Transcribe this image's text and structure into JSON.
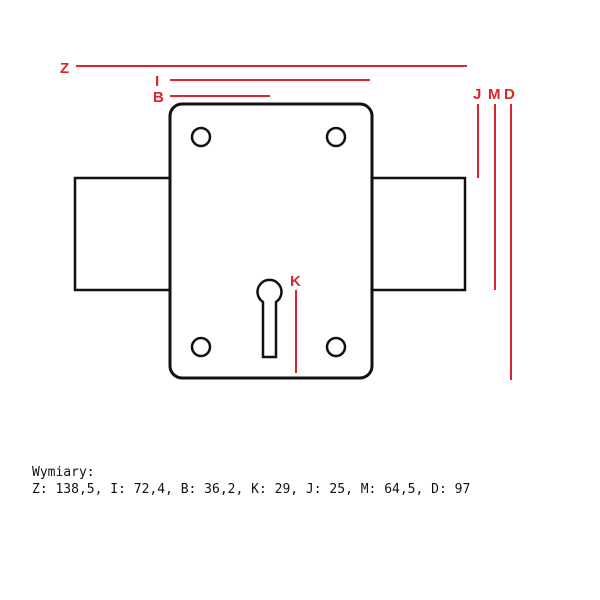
{
  "labels": {
    "z": "Z",
    "i": "I",
    "b": "B",
    "j": "J",
    "m": "M",
    "d": "D",
    "k": "K"
  },
  "caption": {
    "title": "Wymiary:",
    "dimensions": "Z: 138,5, I: 72,4, B: 36,2, K: 29, J: 25, M: 64,5, D: 97"
  },
  "colors": {
    "dimension": "#d8262b",
    "outline": "#111111"
  }
}
